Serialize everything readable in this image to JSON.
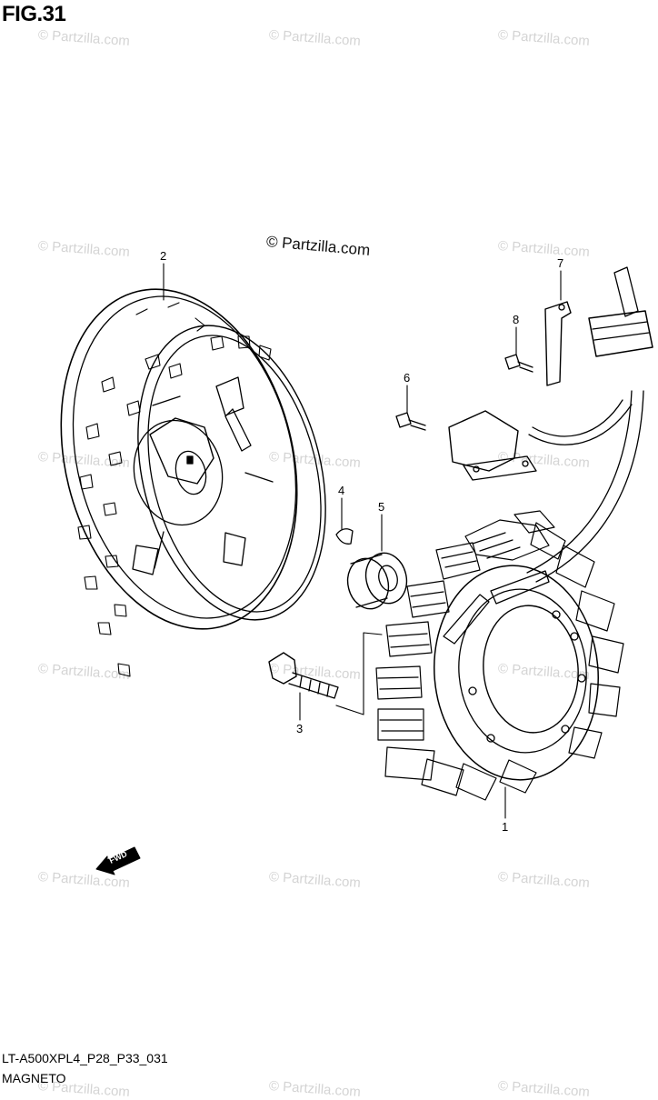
{
  "figure": {
    "title": "FIG.31"
  },
  "watermarks": {
    "text": "© Partzilla.com",
    "main": "© Partzilla.com"
  },
  "callouts": [
    "1",
    "2",
    "3",
    "4",
    "5",
    "6",
    "7",
    "8"
  ],
  "fwd_label": "FWD",
  "footer": {
    "code": "LT-A500XPL4_P28_P33_031",
    "name": "MAGNETO"
  },
  "colors": {
    "line": "#000000",
    "watermark": "#d4d4d4",
    "background": "#ffffff"
  }
}
